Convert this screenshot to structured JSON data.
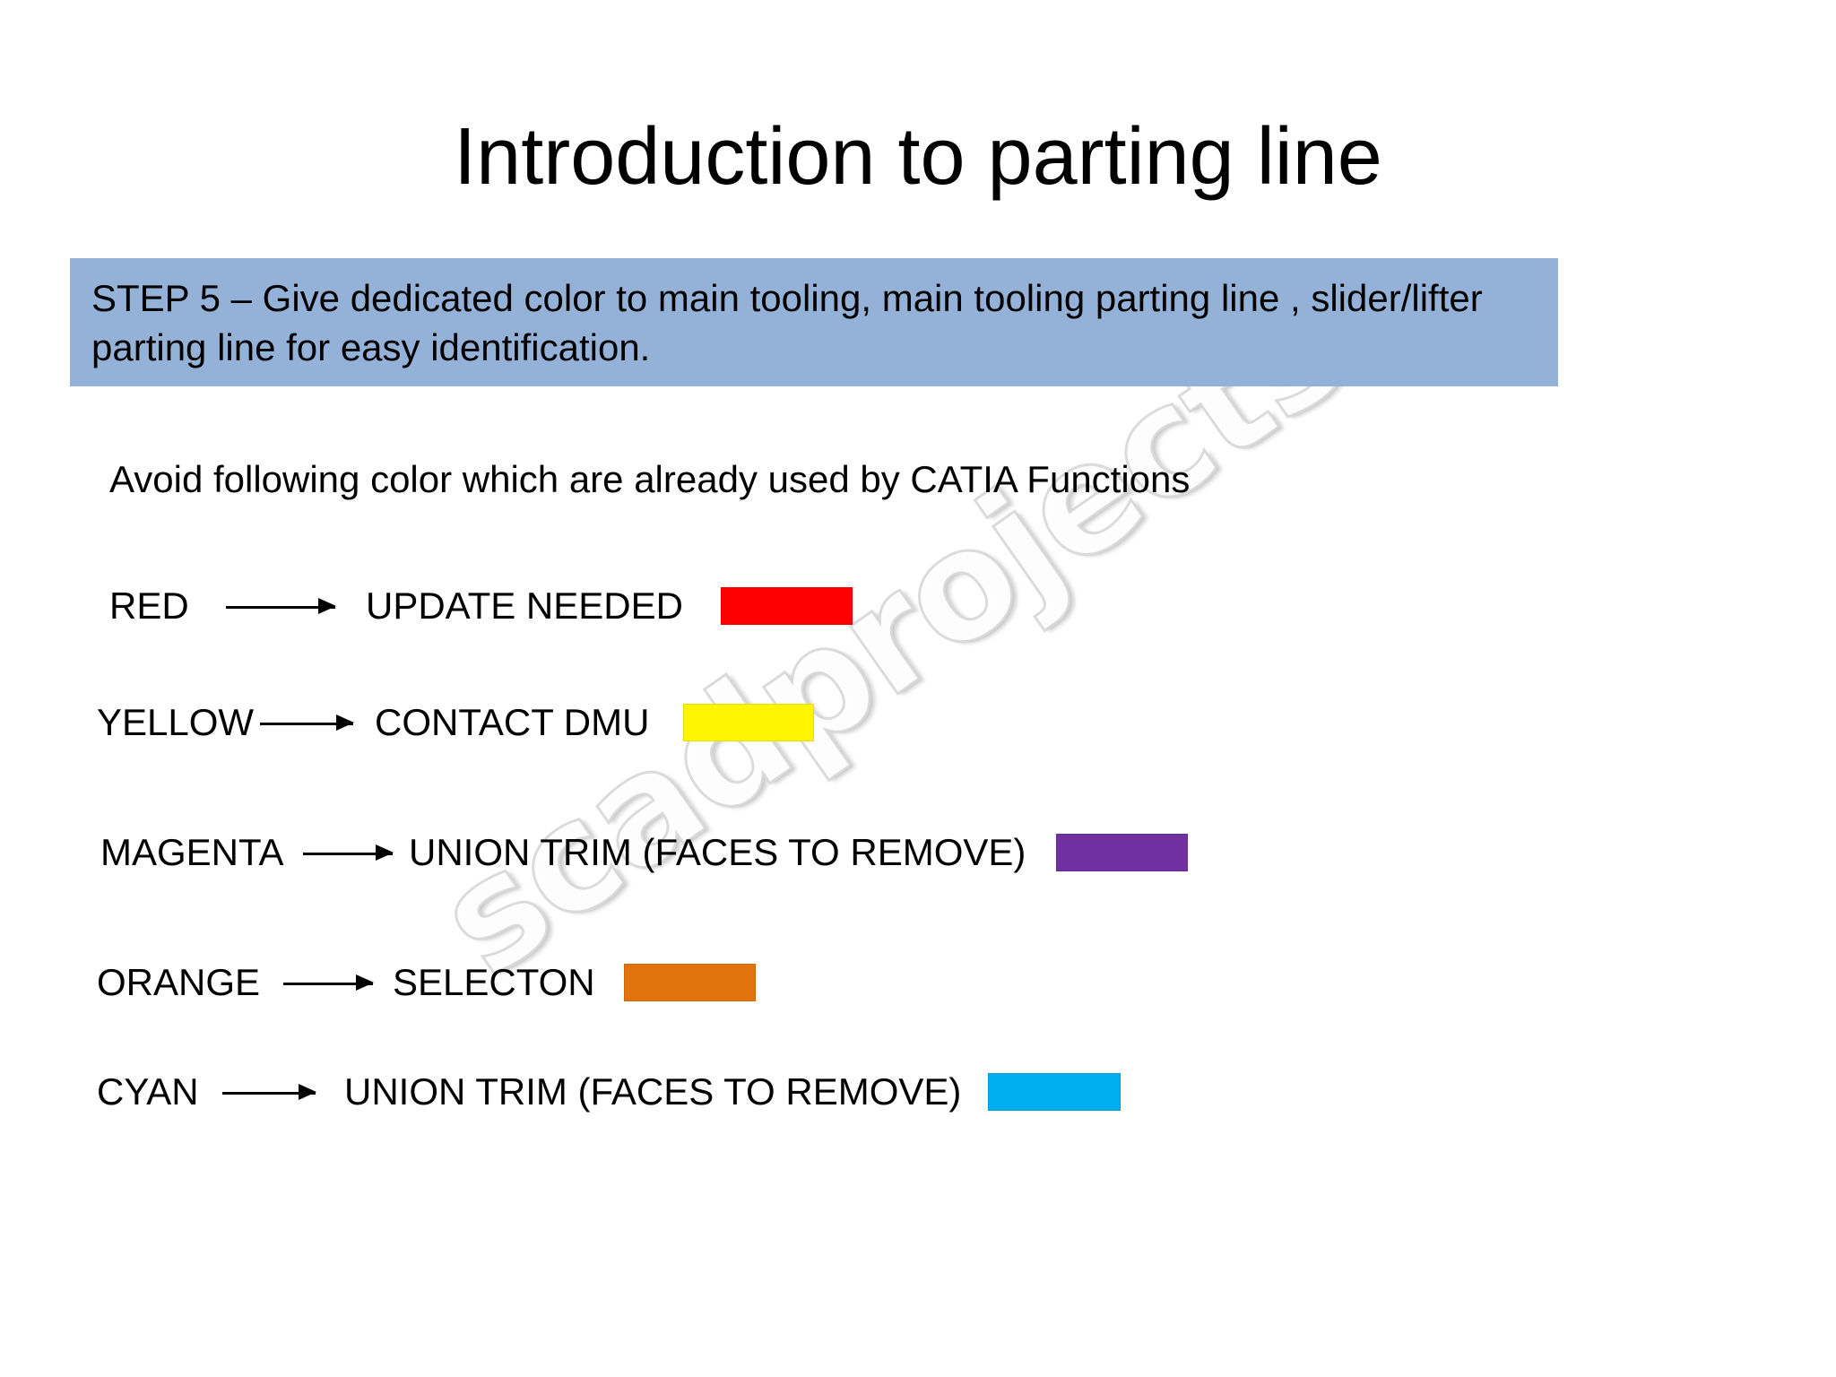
{
  "slide": {
    "title": "Introduction to parting line",
    "background_color": "#FFFFFF",
    "watermark_text": "scadprojects"
  },
  "step_banner": {
    "background_color": "#94B2D8",
    "text": "STEP 5 –  Give dedicated color to main tooling, main tooling parting line , slider/lifter parting line for easy identification."
  },
  "avoid_note": {
    "text": "Avoid following color which are already used by CATIA Functions"
  },
  "color_rows": [
    {
      "color_name": "RED",
      "arrow": "right-arrow-icon",
      "meaning": "UPDATE NEEDED",
      "swatch_color": "#FF0000"
    },
    {
      "color_name": "YELLOW",
      "arrow": "right-arrow-icon",
      "meaning": "CONTACT DMU",
      "swatch_color": "#FFF500"
    },
    {
      "color_name": "MAGENTA",
      "arrow": "right-arrow-icon",
      "meaning": "UNION TRIM (FACES TO REMOVE)",
      "swatch_color": "#7030A0"
    },
    {
      "color_name": "ORANGE",
      "arrow": "right-arrow-icon",
      "meaning": "SELECTON",
      "swatch_color": "#E3730C"
    },
    {
      "color_name": "CYAN",
      "arrow": "right-arrow-icon",
      "meaning": "UNION TRIM (FACES TO REMOVE)",
      "swatch_color": "#00AEEF"
    }
  ]
}
